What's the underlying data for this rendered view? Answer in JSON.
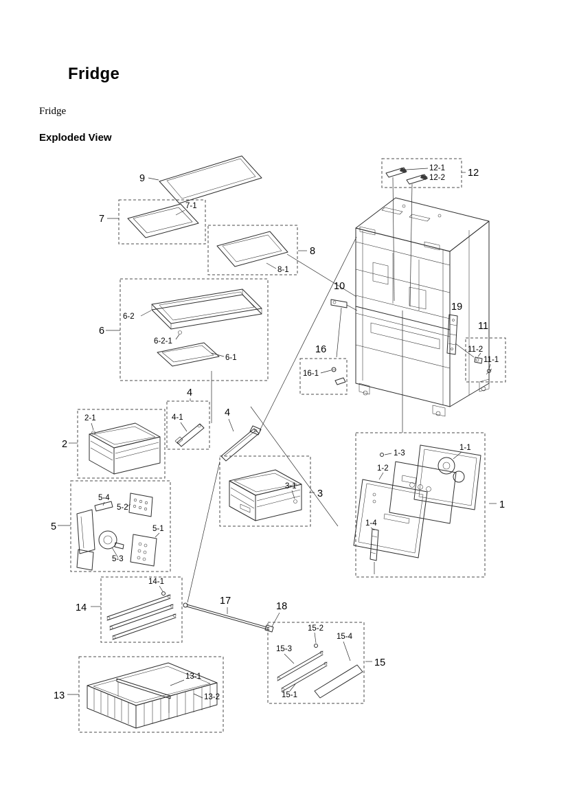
{
  "header": {
    "title": "Fridge",
    "subtitle": "Fridge",
    "section_heading": "Exploded View"
  },
  "palette": {
    "ink": "#2b2b2b",
    "background": "#ffffff"
  },
  "diagram": {
    "type": "exploded-parts-diagram",
    "labels": {
      "p9": "9",
      "p7": "7",
      "p7_1": "7-1",
      "p8": "8",
      "p8_1": "8-1",
      "p6": "6",
      "p6_1": "6-1",
      "p6_2": "6-2",
      "p6_2_1": "6-2-1",
      "p12": "12",
      "p12_1": "12-1",
      "p12_2": "12-2",
      "p10": "10",
      "p19": "19",
      "p11": "11",
      "p11_1": "11-1",
      "p11_2": "11-2",
      "p16": "16",
      "p16_1": "16-1",
      "p4a": "4",
      "p4b": "4",
      "p4_1": "4-1",
      "p2": "2",
      "p2_1": "2-1",
      "p3": "3",
      "p3_1": "3-1",
      "p5": "5",
      "p5_1": "5-1",
      "p5_2": "5-2",
      "p5_3": "5-3",
      "p5_4": "5-4",
      "p1": "1",
      "p1_1": "1-1",
      "p1_2": "1-2",
      "p1_3": "1-3",
      "p1_4": "1-4",
      "p14": "14",
      "p14_1": "14-1",
      "p17": "17",
      "p18": "18",
      "p15": "15",
      "p15_1": "15-1",
      "p15_2": "15-2",
      "p15_3": "15-3",
      "p15_4": "15-4",
      "p13": "13",
      "p13_1": "13-1",
      "p13_2": "13-2"
    }
  }
}
